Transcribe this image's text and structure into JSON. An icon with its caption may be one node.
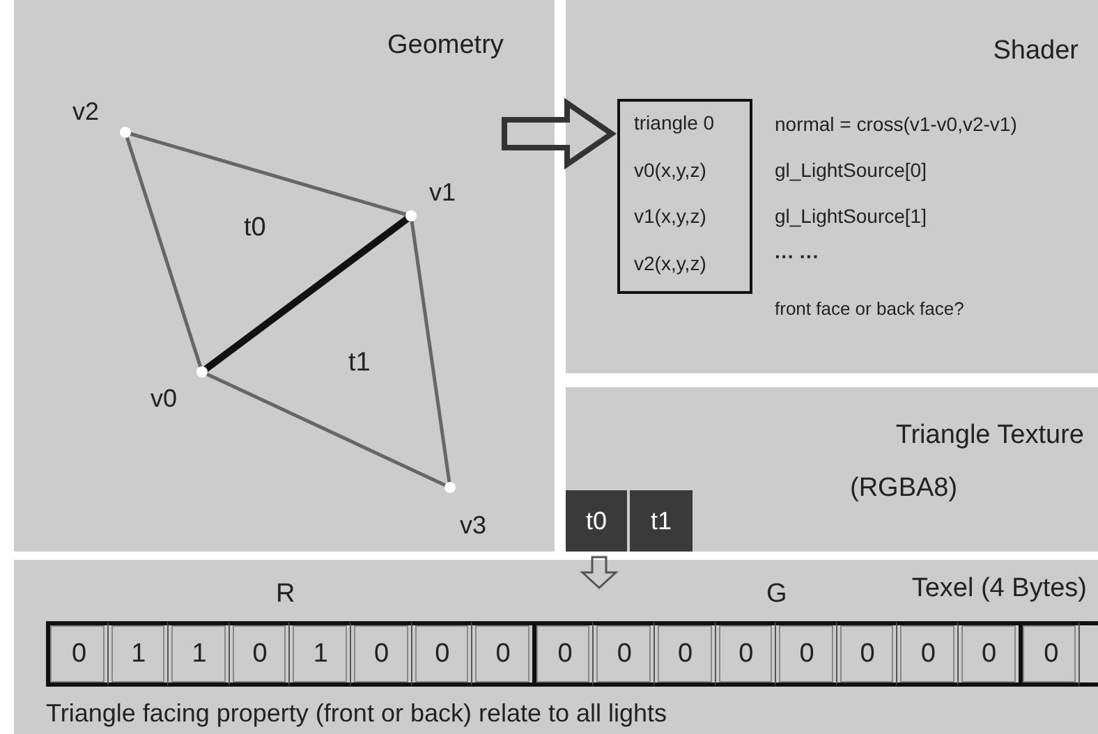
{
  "diagram": {
    "nodes": [
      {
        "text": [
          "Geometry"
        ]
      },
      {
        "text": [
          "v2"
        ],
        "in": 0
      },
      {
        "text": [
          "v1"
        ],
        "in": 0
      },
      {
        "text": [
          "v0"
        ],
        "in": 0
      },
      {
        "text": [
          "v3"
        ],
        "in": 0
      },
      {
        "text": [
          "Shader"
        ]
      },
      {
        "text": [
          "triangle 0",
          "v0(x,y,z)",
          "v1(x,y,z)",
          "v2(x,y,z)"
        ],
        "in": 5
      },
      {
        "text": [
          "Triangle Texture",
          "(RGBA8)"
        ]
      },
      {
        "text": [
          "t0"
        ],
        "in": 7
      },
      {
        "text": [
          "t1"
        ],
        "in": 7
      },
      {
        "text": [
          "Texel (4 Bytes)"
        ]
      }
    ],
    "edges": [
      {
        "from": 1,
        "to": 2,
        "arrow": "none"
      },
      {
        "from": 2,
        "to": 3,
        "arrow": "none",
        "style": "thick"
      },
      {
        "from": 3,
        "to": 1,
        "arrow": "none"
      },
      {
        "from": 3,
        "to": 4,
        "arrow": "none"
      },
      {
        "from": 2,
        "to": 4,
        "arrow": "none"
      },
      {
        "from": 0,
        "to": 6,
        "arrow": "to",
        "style": "thick"
      },
      {
        "from": 8,
        "to": 10,
        "arrow": "to"
      }
    ],
    "labels": [
      "t0",
      "t1",
      "normal = cross(v1-v0,v2-v1)",
      "gl_LightSource[0]",
      "gl_LightSource[1]",
      "··· ···",
      "front face or back face?",
      "R",
      "G",
      "0",
      "1",
      "1",
      "0",
      "1",
      "0",
      "0",
      "0",
      "0",
      "0",
      "0",
      "0",
      "0",
      "0",
      "0",
      "0",
      "0",
      "Triangle facing property (front or back) relate to all lights"
    ]
  }
}
